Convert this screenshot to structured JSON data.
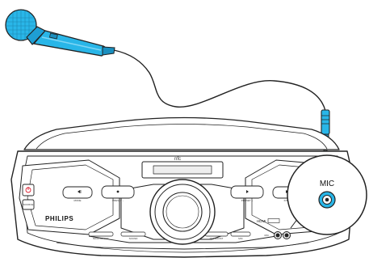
{
  "brand": "PHILIPS",
  "callout": {
    "label": "MIC"
  },
  "nfc": "nfc",
  "hdmi": "HDMI",
  "buttons": {
    "mode": "MODE",
    "preset_minus": "PRESET -",
    "preset_plus": "PRESET +",
    "dbb": "D.B.B.",
    "source": "SOURCE"
  },
  "bottom_labels": [
    "BASS BOOST",
    "SOUND",
    "MIX BOOST",
    "MIC",
    "MIC"
  ],
  "colors": {
    "mic_cyan": "#29b6e8",
    "mic_dark": "#1a8fbf",
    "outline": "#222222",
    "body_fill": "#ffffff"
  }
}
